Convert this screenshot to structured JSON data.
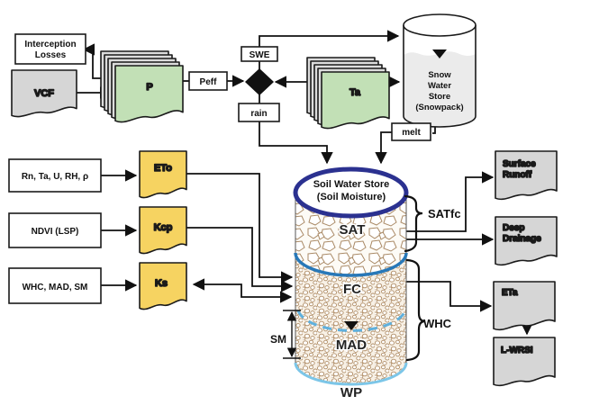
{
  "colors": {
    "green": "#c2e0b6",
    "yellow": "#f6d361",
    "gray_doc": "#d6d6d6",
    "sheet_gray": "#dcdcdc",
    "navy": "#2b3190",
    "fc_blue": "#2878b8",
    "mad_blue": "#5fb0dd",
    "wp_blue": "#7cc6e8",
    "snow": "#ebebeb",
    "line": "#111111"
  },
  "nodes": {
    "interception": {
      "line1": "Interception",
      "line2": "Losses"
    },
    "vcf": {
      "label": "VCF"
    },
    "p": {
      "label": "P"
    },
    "peff": {
      "label": "Peff"
    },
    "swe": {
      "label": "SWE"
    },
    "rain": {
      "label": "rain"
    },
    "ta": {
      "label": "Ta"
    },
    "snow_store": {
      "line1": "Snow",
      "line2": "Water",
      "line3": "Store",
      "line4": "(Snowpack)"
    },
    "melt": {
      "label": "melt"
    },
    "met_inputs": {
      "label": "Rn, Ta, U, RH, ρ"
    },
    "ndvi": {
      "label": "NDVI (LSP)"
    },
    "whc_inputs": {
      "label": "WHC, MAD, SM"
    },
    "eto": {
      "label": "ETo"
    },
    "kcp": {
      "label": "Kcp"
    },
    "ks": {
      "label": "Ks"
    },
    "soil_store": {
      "title1": "Soil Water Store",
      "title2": "(Soil Moisture)",
      "sat": "SAT",
      "fc": "FC",
      "mad": "MAD",
      "wp": "WP"
    },
    "surface_runoff": {
      "line1": "Surface",
      "line2": "Runoff"
    },
    "deep_drainage": {
      "line1": "Deep",
      "line2": "Drainage"
    },
    "eta": {
      "label": "ETa"
    },
    "lwrsi": {
      "label": "L-WRSI"
    }
  },
  "annotations": {
    "satfc": "SATfc",
    "whc": "WHC",
    "sm": "SM"
  }
}
